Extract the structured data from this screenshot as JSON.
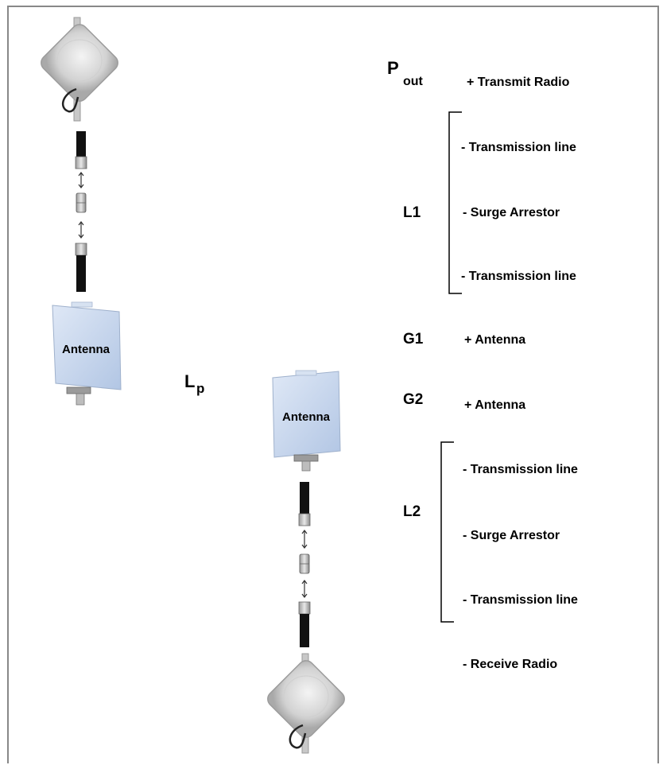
{
  "antennas": {
    "tx_label": "Antenna",
    "rx_label": "Antenna"
  },
  "symbols": {
    "pout_main": "P",
    "pout_sub": "out",
    "l1": "L1",
    "g1": "G1",
    "lp_main": "L",
    "lp_sub": "p",
    "g2": "G2",
    "l2": "L2"
  },
  "items": {
    "transmit_radio": "+ Transmit Radio",
    "l1_line_1": "- Transmission line",
    "l1_surge": "- Surge Arrestor",
    "l1_line_2": "- Transmission line",
    "g1_antenna": "+ Antenna",
    "g2_antenna": "+ Antenna",
    "l2_line_1": "- Transmission line",
    "l2_surge": "- Surge Arrestor",
    "l2_line_2": "- Transmission line",
    "receive_radio": "- Receive Radio"
  },
  "colors": {
    "panel_blue": "#c6d6ec",
    "cable_black": "#111111",
    "radio_grey": "#d6d6d6"
  }
}
